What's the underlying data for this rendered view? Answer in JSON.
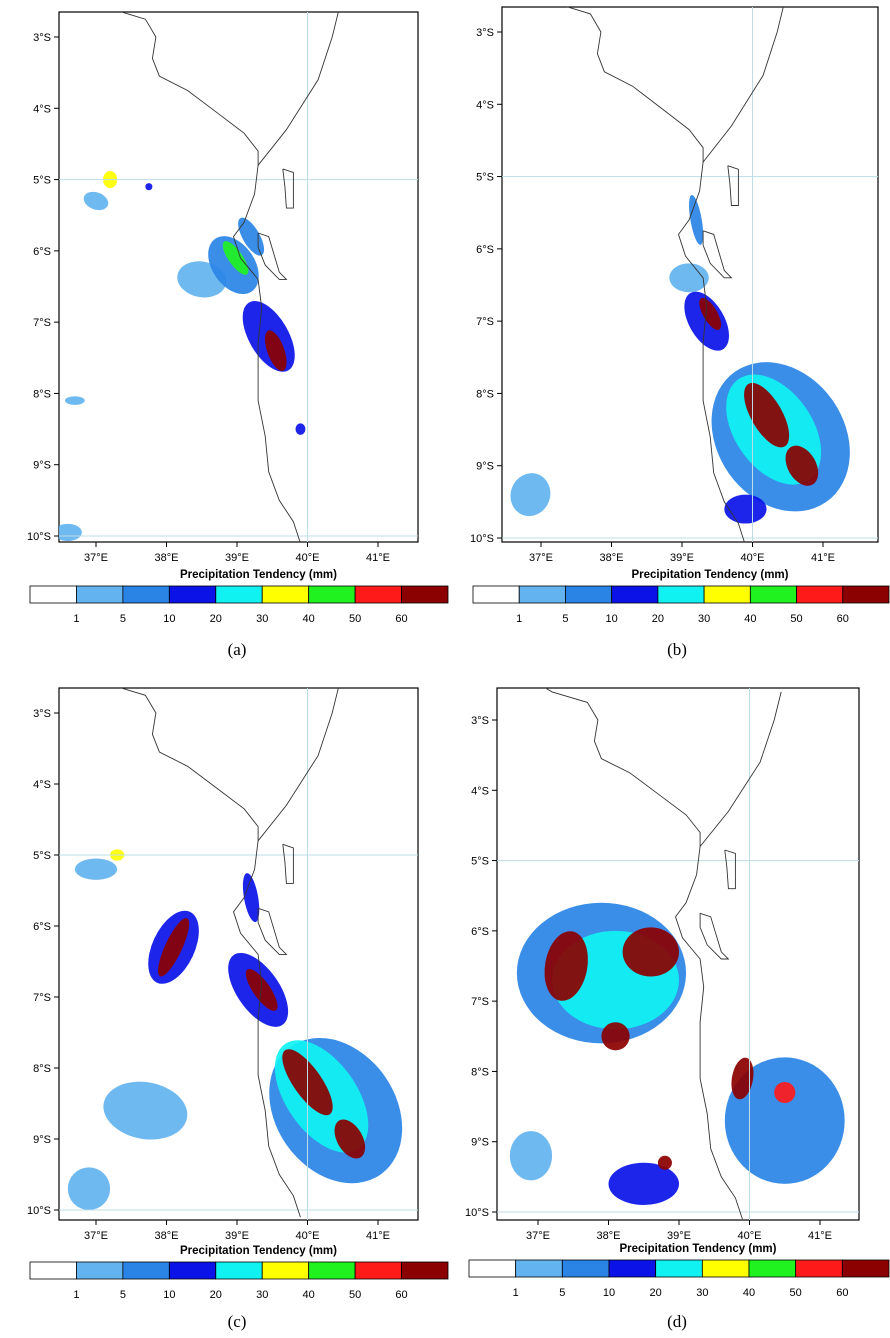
{
  "colorbar": {
    "title": "Precipitation Tendency (mm)",
    "ticks": [
      "1",
      "5",
      "10",
      "20",
      "30",
      "40",
      "50",
      "60"
    ],
    "colors": [
      "#ffffff",
      "#63b3f0",
      "#2a84e6",
      "#0b12e8",
      "#10f2f2",
      "#ffff00",
      "#1ff21f",
      "#ff1a1a",
      "#8b0000"
    ]
  },
  "axes": {
    "lat_labels": [
      "3°S",
      "4°S",
      "5°S",
      "6°S",
      "7°S",
      "8°S",
      "9°S",
      "10°S"
    ],
    "lon_labels": [
      "37°E",
      "38°E",
      "39°E",
      "40°E",
      "41°E"
    ]
  },
  "panels": [
    {
      "caption": "(a)",
      "rain_cells": [
        {
          "lon": 39.45,
          "lat": 7.2,
          "rx": 0.28,
          "ry": 0.55,
          "rot": -30,
          "level": 3
        },
        {
          "lon": 39.55,
          "lat": 7.4,
          "rx": 0.12,
          "ry": 0.3,
          "rot": -20,
          "level": 8
        },
        {
          "lon": 38.95,
          "lat": 6.2,
          "rx": 0.3,
          "ry": 0.45,
          "rot": -35,
          "level": 2
        },
        {
          "lon": 38.98,
          "lat": 6.1,
          "rx": 0.1,
          "ry": 0.28,
          "rot": -35,
          "level": 6
        },
        {
          "lon": 38.5,
          "lat": 6.4,
          "rx": 0.35,
          "ry": 0.25,
          "rot": 10,
          "level": 1
        },
        {
          "lon": 39.2,
          "lat": 5.8,
          "rx": 0.12,
          "ry": 0.3,
          "rot": -30,
          "level": 2
        },
        {
          "lon": 37.2,
          "lat": 5.0,
          "rx": 0.1,
          "ry": 0.12,
          "rot": 0,
          "level": 5
        },
        {
          "lon": 37.0,
          "lat": 5.3,
          "rx": 0.18,
          "ry": 0.12,
          "rot": 20,
          "level": 1
        },
        {
          "lon": 37.75,
          "lat": 5.1,
          "rx": 0.05,
          "ry": 0.05,
          "rot": 0,
          "level": 3
        },
        {
          "lon": 39.9,
          "lat": 8.5,
          "rx": 0.07,
          "ry": 0.08,
          "rot": 0,
          "level": 3
        },
        {
          "lon": 36.7,
          "lat": 8.1,
          "rx": 0.14,
          "ry": 0.06,
          "rot": 0,
          "level": 1
        },
        {
          "lon": 36.6,
          "lat": 9.95,
          "rx": 0.2,
          "ry": 0.12,
          "rot": 0,
          "level": 1
        }
      ]
    },
    {
      "caption": "(b)",
      "rain_cells": [
        {
          "lon": 40.4,
          "lat": 8.6,
          "rx": 0.9,
          "ry": 1.1,
          "rot": -35,
          "level": 2
        },
        {
          "lon": 40.3,
          "lat": 8.5,
          "rx": 0.55,
          "ry": 0.85,
          "rot": -35,
          "level": 4
        },
        {
          "lon": 40.2,
          "lat": 8.3,
          "rx": 0.22,
          "ry": 0.5,
          "rot": -30,
          "level": 8
        },
        {
          "lon": 40.7,
          "lat": 9.0,
          "rx": 0.2,
          "ry": 0.3,
          "rot": -30,
          "level": 8
        },
        {
          "lon": 39.35,
          "lat": 7.0,
          "rx": 0.25,
          "ry": 0.45,
          "rot": -30,
          "level": 3
        },
        {
          "lon": 39.4,
          "lat": 6.9,
          "rx": 0.1,
          "ry": 0.25,
          "rot": -30,
          "level": 8
        },
        {
          "lon": 39.1,
          "lat": 6.4,
          "rx": 0.28,
          "ry": 0.2,
          "rot": 0,
          "level": 1
        },
        {
          "lon": 39.2,
          "lat": 5.6,
          "rx": 0.08,
          "ry": 0.35,
          "rot": -10,
          "level": 2
        },
        {
          "lon": 36.85,
          "lat": 9.4,
          "rx": 0.28,
          "ry": 0.3,
          "rot": 20,
          "level": 1
        },
        {
          "lon": 39.9,
          "lat": 9.6,
          "rx": 0.3,
          "ry": 0.2,
          "rot": 0,
          "level": 3
        }
      ]
    },
    {
      "caption": "(c)",
      "rain_cells": [
        {
          "lon": 40.4,
          "lat": 8.6,
          "rx": 0.85,
          "ry": 1.1,
          "rot": -35,
          "level": 2
        },
        {
          "lon": 40.2,
          "lat": 8.4,
          "rx": 0.5,
          "ry": 0.9,
          "rot": -35,
          "level": 4
        },
        {
          "lon": 40.0,
          "lat": 8.2,
          "rx": 0.2,
          "ry": 0.55,
          "rot": -35,
          "level": 8
        },
        {
          "lon": 40.6,
          "lat": 9.0,
          "rx": 0.18,
          "ry": 0.3,
          "rot": -30,
          "level": 8
        },
        {
          "lon": 39.3,
          "lat": 6.9,
          "rx": 0.3,
          "ry": 0.6,
          "rot": -35,
          "level": 3
        },
        {
          "lon": 39.35,
          "lat": 6.9,
          "rx": 0.12,
          "ry": 0.35,
          "rot": -35,
          "level": 8
        },
        {
          "lon": 38.1,
          "lat": 6.3,
          "rx": 0.3,
          "ry": 0.55,
          "rot": 25,
          "level": 3
        },
        {
          "lon": 38.1,
          "lat": 6.3,
          "rx": 0.12,
          "ry": 0.45,
          "rot": 25,
          "level": 8
        },
        {
          "lon": 37.7,
          "lat": 8.6,
          "rx": 0.6,
          "ry": 0.4,
          "rot": 10,
          "level": 1
        },
        {
          "lon": 37.0,
          "lat": 5.2,
          "rx": 0.3,
          "ry": 0.15,
          "rot": 0,
          "level": 1
        },
        {
          "lon": 37.3,
          "lat": 5.0,
          "rx": 0.1,
          "ry": 0.08,
          "rot": 0,
          "level": 5
        },
        {
          "lon": 36.9,
          "lat": 9.7,
          "rx": 0.3,
          "ry": 0.3,
          "rot": 0,
          "level": 1
        },
        {
          "lon": 39.2,
          "lat": 5.6,
          "rx": 0.1,
          "ry": 0.35,
          "rot": -10,
          "level": 3
        }
      ]
    },
    {
      "caption": "(d)",
      "rain_cells": [
        {
          "lon": 37.9,
          "lat": 6.6,
          "rx": 1.2,
          "ry": 1.0,
          "rot": 0,
          "level": 2
        },
        {
          "lon": 38.1,
          "lat": 6.7,
          "rx": 0.9,
          "ry": 0.7,
          "rot": 0,
          "level": 4
        },
        {
          "lon": 37.4,
          "lat": 6.5,
          "rx": 0.3,
          "ry": 0.5,
          "rot": 10,
          "level": 8
        },
        {
          "lon": 38.6,
          "lat": 6.3,
          "rx": 0.4,
          "ry": 0.35,
          "rot": 0,
          "level": 8
        },
        {
          "lon": 38.1,
          "lat": 7.5,
          "rx": 0.2,
          "ry": 0.2,
          "rot": 0,
          "level": 8
        },
        {
          "lon": 40.5,
          "lat": 8.7,
          "rx": 0.85,
          "ry": 0.9,
          "rot": 0,
          "level": 2
        },
        {
          "lon": 39.9,
          "lat": 8.1,
          "rx": 0.15,
          "ry": 0.3,
          "rot": 10,
          "level": 8
        },
        {
          "lon": 40.5,
          "lat": 8.3,
          "rx": 0.15,
          "ry": 0.15,
          "rot": 0,
          "level": 7
        },
        {
          "lon": 38.5,
          "lat": 9.6,
          "rx": 0.5,
          "ry": 0.3,
          "rot": 0,
          "level": 3
        },
        {
          "lon": 38.8,
          "lat": 9.3,
          "rx": 0.1,
          "ry": 0.1,
          "rot": 0,
          "level": 8
        },
        {
          "lon": 36.9,
          "lat": 9.2,
          "rx": 0.3,
          "ry": 0.35,
          "rot": 0,
          "level": 1
        }
      ]
    }
  ]
}
